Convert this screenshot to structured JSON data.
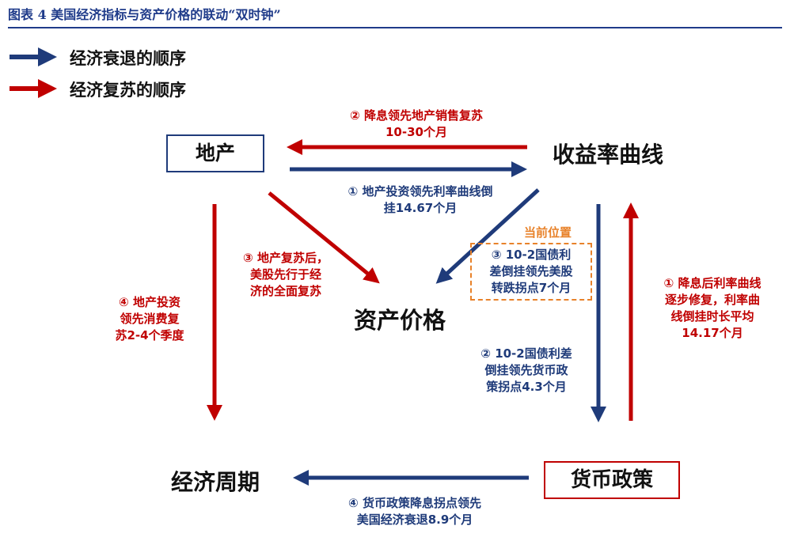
{
  "title": "图表 4    美国经济指标与资产价格的联动“双时钟”",
  "legend": {
    "recession": "经济衰退的顺序",
    "recovery": "经济复苏的顺序"
  },
  "nodes": {
    "property": "地产",
    "yield_curve": "收益率曲线",
    "asset_prices": "资产价格",
    "economic_cycle": "经济周期",
    "monetary_policy": "货币政策"
  },
  "labels": {
    "l1_red": "② 降息领先地产销售复苏",
    "l2_red": "10-30个月",
    "l3_navy": "① 地产投资领先利率曲线倒",
    "l4_navy": "挂14.67个月",
    "current": "当前位置",
    "c1": "③ 10-2国债利",
    "c2": "差倒挂领先美股",
    "c3": "转跌拐点7个月",
    "m1": "③ 地产复苏后，",
    "m2": "美股先行于经",
    "m3": "济的全面复苏",
    "left1": "④ 地产投资",
    "left2": "领先消费复",
    "left3": "苏2-4个季度",
    "right1": "① 降息后利率曲线",
    "right2": "逐步修复，利率曲",
    "right3": "线倒挂时长平均",
    "right4": "14.17个月",
    "mp1": "② 10-2国债利差",
    "mp2": "倒挂领先货币政",
    "mp3": "策拐点4.3个月",
    "b1": "④ 货币政策降息拐点领先",
    "b2": "美国经济衰退8.9个月"
  },
  "colors": {
    "navy": "#1f3b7a",
    "red": "#c00000",
    "orange": "#e8822a"
  }
}
